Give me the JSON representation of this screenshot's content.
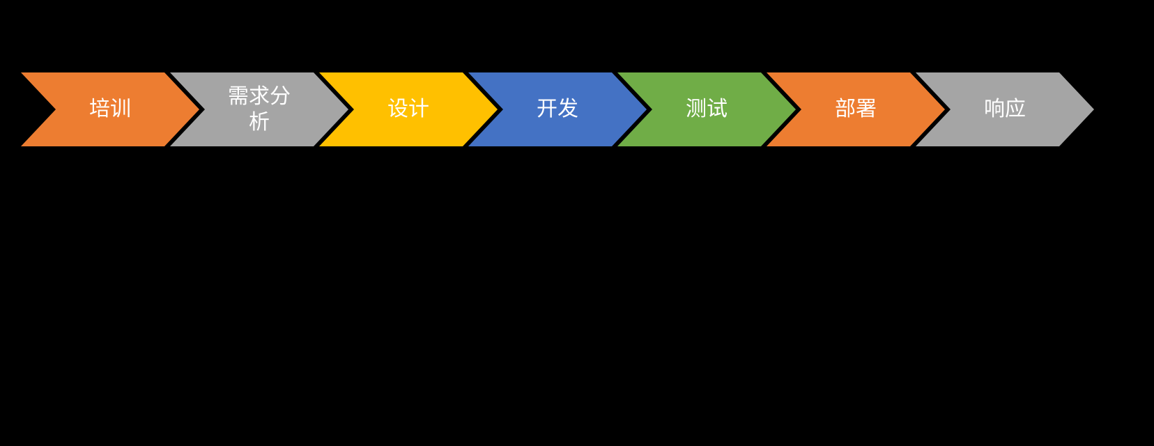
{
  "canvas": {
    "background": "#000000"
  },
  "process_flow": {
    "type": "chevron-process",
    "text_color": "#FFFFFF",
    "steps": [
      {
        "label": "培训",
        "color": "#ED7D31"
      },
      {
        "label": "需求分析",
        "color": "#A5A5A5"
      },
      {
        "label": "设计",
        "color": "#FFC000"
      },
      {
        "label": "开发",
        "color": "#4472C4"
      },
      {
        "label": "测试",
        "color": "#70AD47"
      },
      {
        "label": "部署",
        "color": "#ED7D31"
      },
      {
        "label": "响应",
        "color": "#A5A5A5"
      }
    ]
  }
}
